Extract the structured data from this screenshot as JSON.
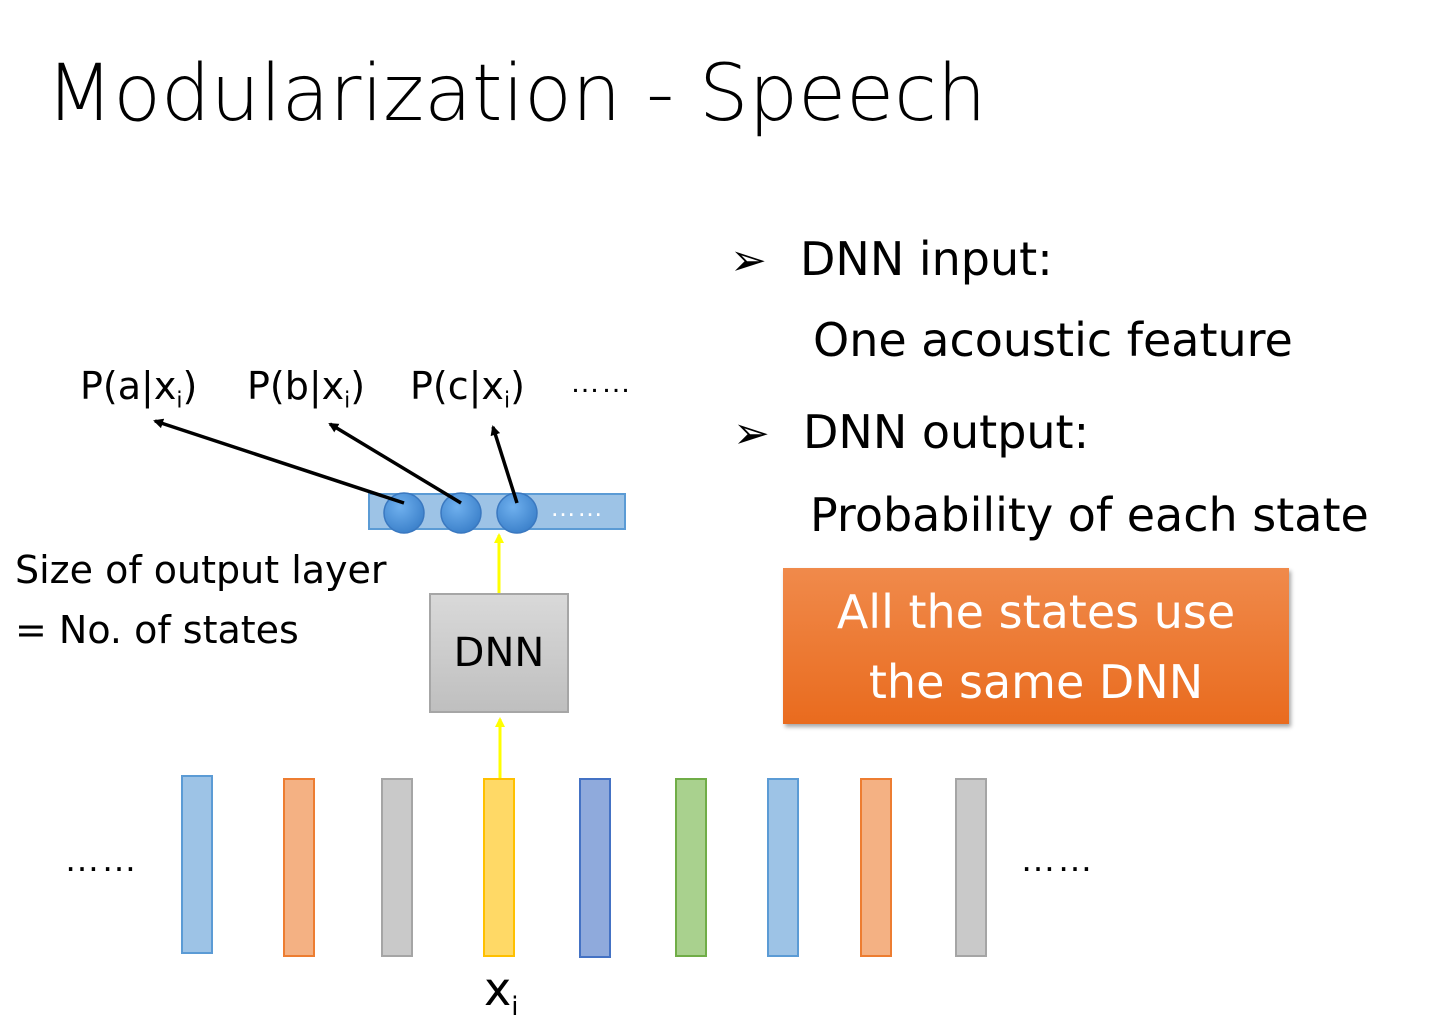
{
  "title": "Modularization - Speech",
  "bullets": [
    {
      "marker": "➢",
      "heading": "DNN input:",
      "detail": "One acoustic feature"
    },
    {
      "marker": "➢",
      "heading": "DNN output:",
      "detail": "Probability of each state"
    }
  ],
  "callout": {
    "line1": "All the states use",
    "line2": "the same DNN"
  },
  "probs": [
    {
      "prefix": "P(a|x",
      "sub": "i",
      "suffix": ")"
    },
    {
      "prefix": "P(b|x",
      "sub": "i",
      "suffix": ")"
    },
    {
      "prefix": "P(c|x",
      "sub": "i",
      "suffix": ")"
    }
  ],
  "ellipsis": "……",
  "output_layer_ellipsis": "……",
  "size_label": {
    "line1": "Size of output layer",
    "line2": "= No. of states"
  },
  "dnn_label": "DNN",
  "input_label": {
    "base": "x",
    "sub": "i"
  },
  "feature_colors": [
    "#9dc3e6",
    "#f4b183",
    "#c9c9c9",
    "#ffd966",
    "#8faadc",
    "#a9d18e",
    "#9dc3e6",
    "#f4b183",
    "#c9c9c9"
  ],
  "feature_border_colors": [
    "#5b9bd5",
    "#ed7d31",
    "#a5a5a5",
    "#ffc000",
    "#4472c4",
    "#70ad47",
    "#5b9bd5",
    "#ed7d31",
    "#a5a5a5"
  ],
  "node_color": "#4a90d9",
  "layer_color": "#9dc3e6",
  "connector_color": "#ffff00"
}
